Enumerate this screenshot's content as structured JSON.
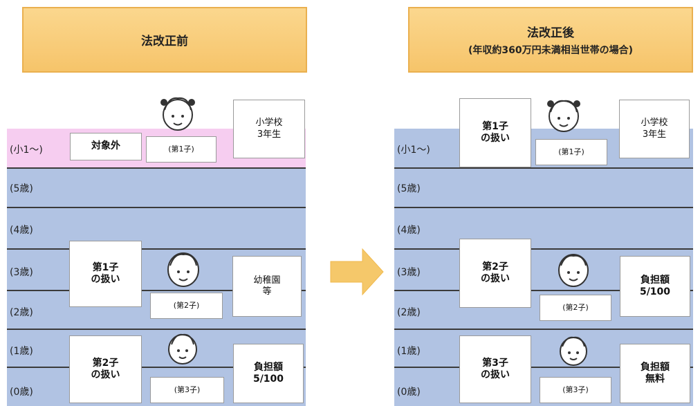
{
  "before": {
    "title": "法改正前",
    "ages": [
      "(小1～)",
      "(5歳)",
      "(4歳)",
      "(3歳)",
      "(2歳)",
      "(1歳)",
      "(0歳)"
    ],
    "excluded_label": "対象外",
    "grade_label": "小学校\n3年生",
    "child1_label": "(第1子)",
    "child2_label": "(第2子)",
    "child3_label": "(第3子)",
    "treat_first_label": "第1子\nの扱い",
    "treat_second_label": "第2子\nの扱い",
    "kindergarten_label": "幼稚園\n等",
    "burden_label": "負担額\n5/100"
  },
  "after": {
    "title": "法改正後",
    "subtitle": "(年収約360万円未満相当世帯の場合)",
    "ages": [
      "(小1～)",
      "(5歳)",
      "(4歳)",
      "(3歳)",
      "(2歳)",
      "(1歳)",
      "(0歳)"
    ],
    "grade_label": "小学校\n3年生",
    "child1_label": "(第1子)",
    "child2_label": "(第2子)",
    "child3_label": "(第3子)",
    "treat_first_label": "第1子\nの扱い",
    "treat_second_label": "第2子\nの扱い",
    "treat_third_label": "第3子\nの扱い",
    "burden_label": "負担額\n5/100",
    "free_label": "負担額\n無料"
  },
  "colors": {
    "header": "#f6c46a",
    "band_blue": "#b1c3e3",
    "band_pink": "#f6cdf0",
    "arrow": "#f5c86a"
  },
  "icons": [
    "child-face-icon",
    "arrow-right-icon"
  ]
}
